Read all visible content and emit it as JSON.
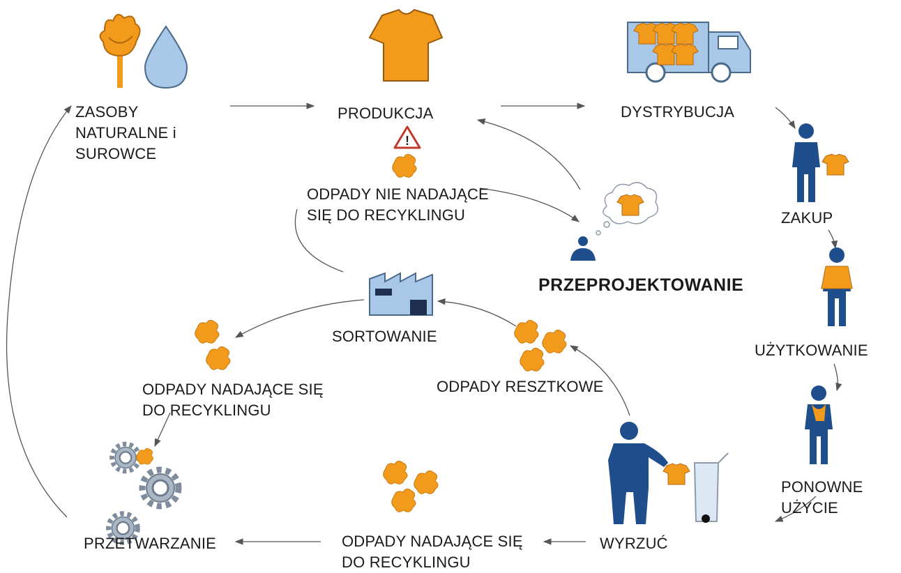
{
  "colors": {
    "orange": "#f29a1b",
    "navy": "#1f4e8c",
    "light_blue": "#a9c8e8",
    "gray": "#8e9aa9",
    "arrow": "#555555",
    "warning": "#c0392b"
  },
  "nodes": {
    "resources": {
      "line1": "ZASOBY",
      "line2": "NATURALNE i",
      "line3": "SUROWCE",
      "icons": [
        "cotton-flower-icon",
        "water-drop-icon"
      ]
    },
    "production": {
      "label": "PRODUKCJA",
      "icons": [
        "t-shirt-icon",
        "warning-icon"
      ]
    },
    "distribution": {
      "label": "DYSTRYBUCJA",
      "icons": [
        "delivery-truck-icon"
      ]
    },
    "purchase": {
      "label": "ZAKUP",
      "icons": [
        "person-holding-shirt-icon"
      ]
    },
    "use": {
      "label": "UŻYTKOWANIE",
      "icons": [
        "person-wearing-shirt-icon"
      ]
    },
    "reuse": {
      "line1": "PONOWNE",
      "line2": "UŻYCIE",
      "icons": [
        "person-with-scarf-icon"
      ]
    },
    "discard": {
      "label": "WYRZUĆ",
      "icons": [
        "person-at-bin-icon",
        "trash-bin-icon"
      ]
    },
    "recyclable_bottom": {
      "line1": "ODPADY NADAJĄCE SIĘ",
      "line2": "DO RECYKLINGU",
      "icons": [
        "fabric-scraps-icon"
      ]
    },
    "processing": {
      "label": "PRZETWARZANIE",
      "icons": [
        "gears-icon"
      ]
    },
    "residual": {
      "label": "ODPADY RESZTKOWE",
      "icons": [
        "fabric-scraps-icon"
      ]
    },
    "sorting": {
      "label": "SORTOWANIE",
      "icons": [
        "factory-icon"
      ]
    },
    "recyclable_left": {
      "line1": "ODPADY NADAJĄCE SIĘ",
      "line2": "DO RECYKLINGU",
      "icons": [
        "fabric-scraps-icon"
      ]
    },
    "non_recyclable": {
      "line1": "ODPADY NIE NADAJĄCE",
      "line2": "SIĘ DO RECYKLINGU",
      "icons": [
        "fabric-scrap-icon"
      ]
    },
    "redesign": {
      "label": "PRZEPROJEKTOWANIE",
      "icons": [
        "thinking-person-icon"
      ]
    }
  }
}
